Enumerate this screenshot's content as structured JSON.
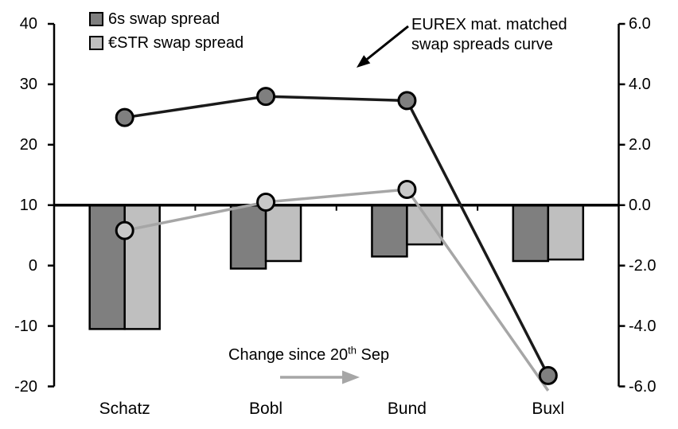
{
  "legend": {
    "items": [
      {
        "label": "6s swap spread",
        "color": "#7f7f7f"
      },
      {
        "label": "€STR swap spread",
        "color": "#bfbfbf"
      }
    ]
  },
  "annotations": {
    "curve_note": {
      "line1": "EUREX mat. matched",
      "line2": "swap spreads curve"
    },
    "change_note": {
      "before": "Change since 20",
      "sup": "th",
      "after": " Sep"
    }
  },
  "colors": {
    "axis": "#000000",
    "black_line": "#1a1a1a",
    "gray_line": "#a6a6a6",
    "bar_dark": "#7f7f7f",
    "bar_light": "#bfbfbf",
    "bar_stroke": "#000000"
  },
  "chart_data": {
    "type": "bar",
    "subtype": "bar+line combo, dual axis",
    "categories": [
      "Schatz",
      "Bobl",
      "Bund",
      "Buxl"
    ],
    "left_axis": {
      "ticks": [
        "40",
        "30",
        "20",
        "10",
        "0",
        "-10",
        "-20"
      ],
      "min": -20,
      "max": 40
    },
    "right_axis": {
      "ticks": [
        "6.0",
        "4.0",
        "2.0",
        "0.0",
        "-2.0",
        "-4.0",
        "-6.0"
      ],
      "min": -6.0,
      "max": 6.0
    },
    "grid": "off",
    "legend_position": "top-left",
    "bar_series": [
      {
        "name": "6s swap spread (change since 20th Sep)",
        "axis": "right",
        "color": "#7f7f7f",
        "values": [
          -4.1,
          -2.1,
          -1.7,
          -1.85
        ]
      },
      {
        "name": "€STR swap spread (change since 20th Sep)",
        "axis": "right",
        "color": "#bfbfbf",
        "values": [
          -4.1,
          -1.85,
          -1.3,
          -1.8
        ]
      }
    ],
    "line_series": [
      {
        "name": "6s swap spread (EUREX mat. matched curve)",
        "axis": "left",
        "color": "#1a1a1a",
        "marker_fill": "#7f7f7f",
        "values": [
          24.5,
          28.0,
          27.3,
          -18.2
        ],
        "markers": [
          true,
          true,
          true,
          true
        ]
      },
      {
        "name": "€STR swap spread (EUREX mat. matched curve)",
        "axis": "left",
        "color": "#a6a6a6",
        "marker_fill": "#c8c8c8",
        "values": [
          5.8,
          10.5,
          12.6,
          -20.7
        ],
        "markers": [
          true,
          true,
          true,
          false
        ]
      }
    ]
  }
}
